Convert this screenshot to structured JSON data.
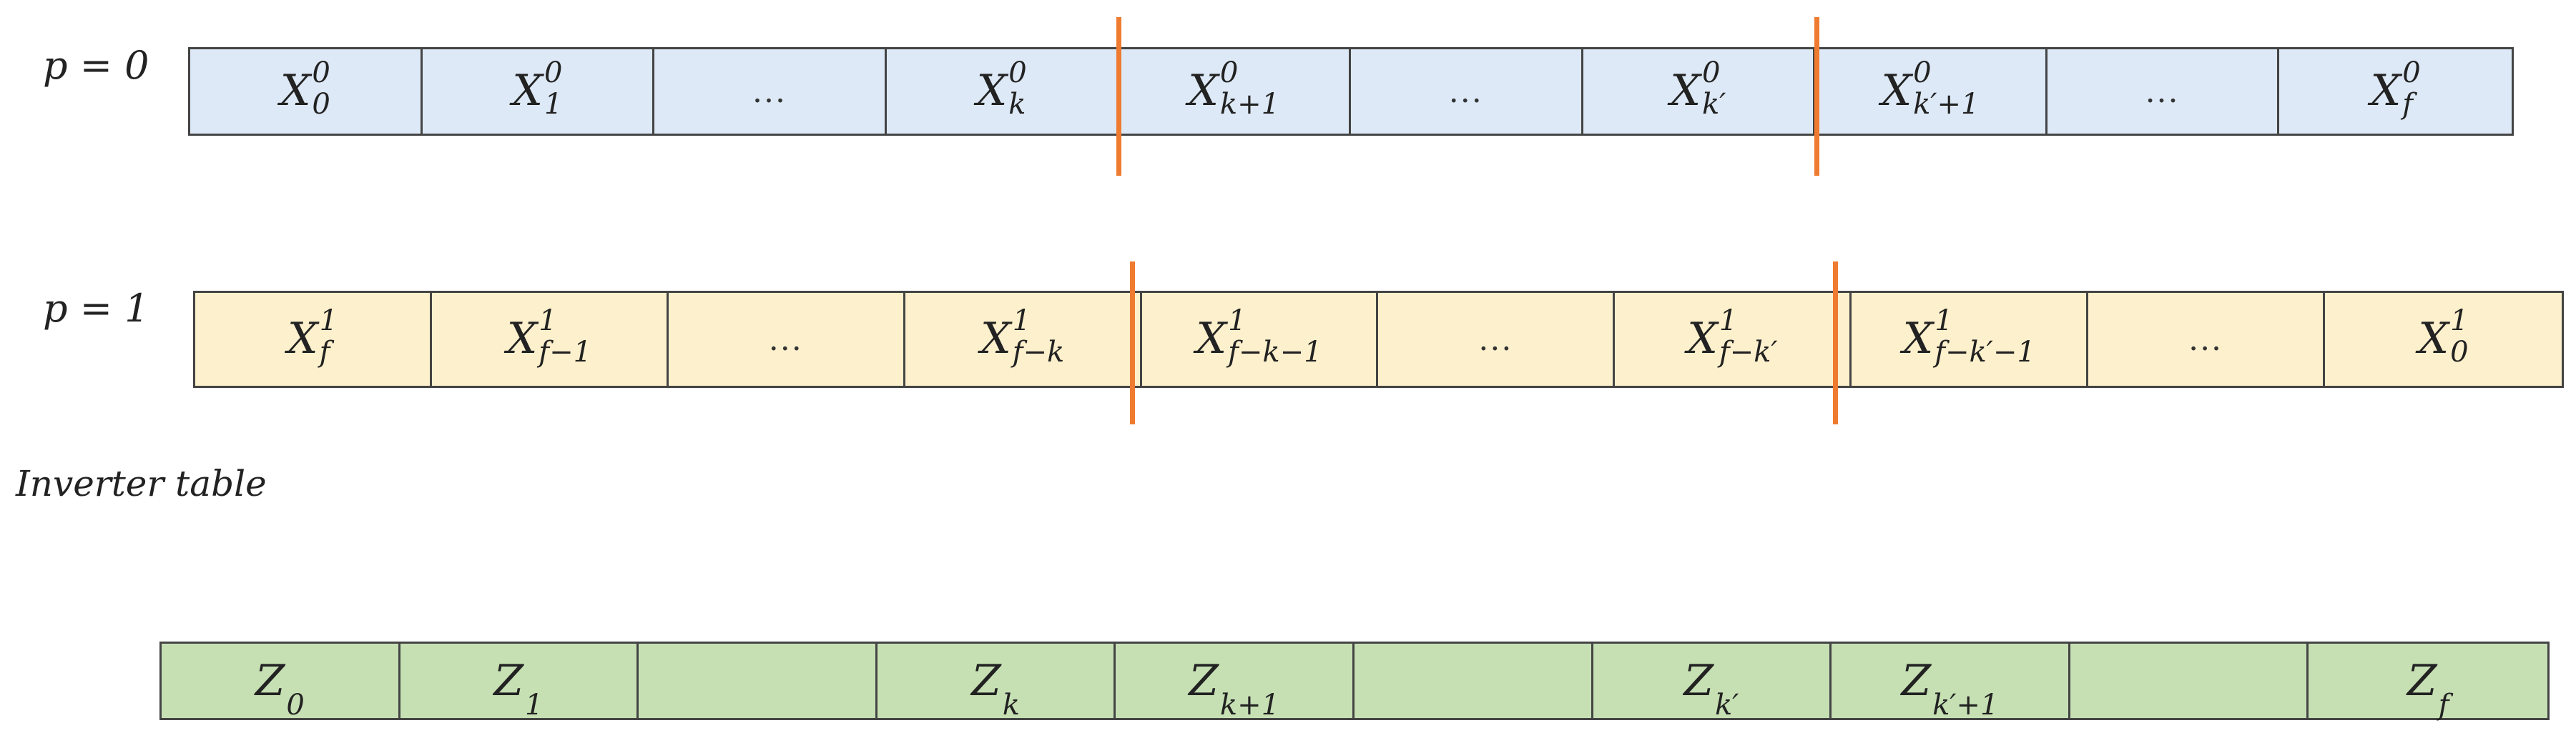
{
  "rows": [
    {
      "label": "p = 0",
      "fill": "#dde9f6",
      "cells": [
        {
          "base": "X",
          "sup": "0",
          "sub": "0"
        },
        {
          "base": "X",
          "sup": "0",
          "sub": "1"
        },
        {
          "text": "..."
        },
        {
          "base": "X",
          "sup": "0",
          "sub": "k"
        },
        {
          "base": "X",
          "sup": "0",
          "sub": "k+1"
        },
        {
          "text": "..."
        },
        {
          "base": "X",
          "sup": "0",
          "sub": "k′"
        },
        {
          "base": "X",
          "sup": "0",
          "sub": "k′+1"
        },
        {
          "text": "..."
        },
        {
          "base": "X",
          "sup": "0",
          "sub": "f"
        }
      ]
    },
    {
      "label": "p = 1",
      "fill": "#fdf0cc",
      "cells": [
        {
          "base": "X",
          "sup": "1",
          "sub": "f"
        },
        {
          "base": "X",
          "sup": "1",
          "sub": "f−1"
        },
        {
          "text": "..."
        },
        {
          "base": "X",
          "sup": "1",
          "sub": "f−k"
        },
        {
          "base": "X",
          "sup": "1",
          "sub": "f−k−1"
        },
        {
          "text": "..."
        },
        {
          "base": "X",
          "sup": "1",
          "sub": "f−k′"
        },
        {
          "base": "X",
          "sup": "1",
          "sub": "f−k′−1"
        },
        {
          "text": "..."
        },
        {
          "base": "X",
          "sup": "1",
          "sub": "0"
        }
      ]
    },
    {
      "label": "",
      "fill": "#c6e0b4",
      "cells": [
        {
          "base": "Z",
          "sub": "0"
        },
        {
          "base": "Z",
          "sub": "1"
        },
        {
          "text": ""
        },
        {
          "base": "Z",
          "sub": "k"
        },
        {
          "base": "Z",
          "sub": "k+1"
        },
        {
          "text": ""
        },
        {
          "base": "Z",
          "sub": "k′"
        },
        {
          "base": "Z",
          "sub": "k′+1"
        },
        {
          "text": ""
        },
        {
          "base": "Z",
          "sub": "f"
        }
      ]
    }
  ],
  "caption": "Inverter table",
  "divider_color": "#ee7b30"
}
